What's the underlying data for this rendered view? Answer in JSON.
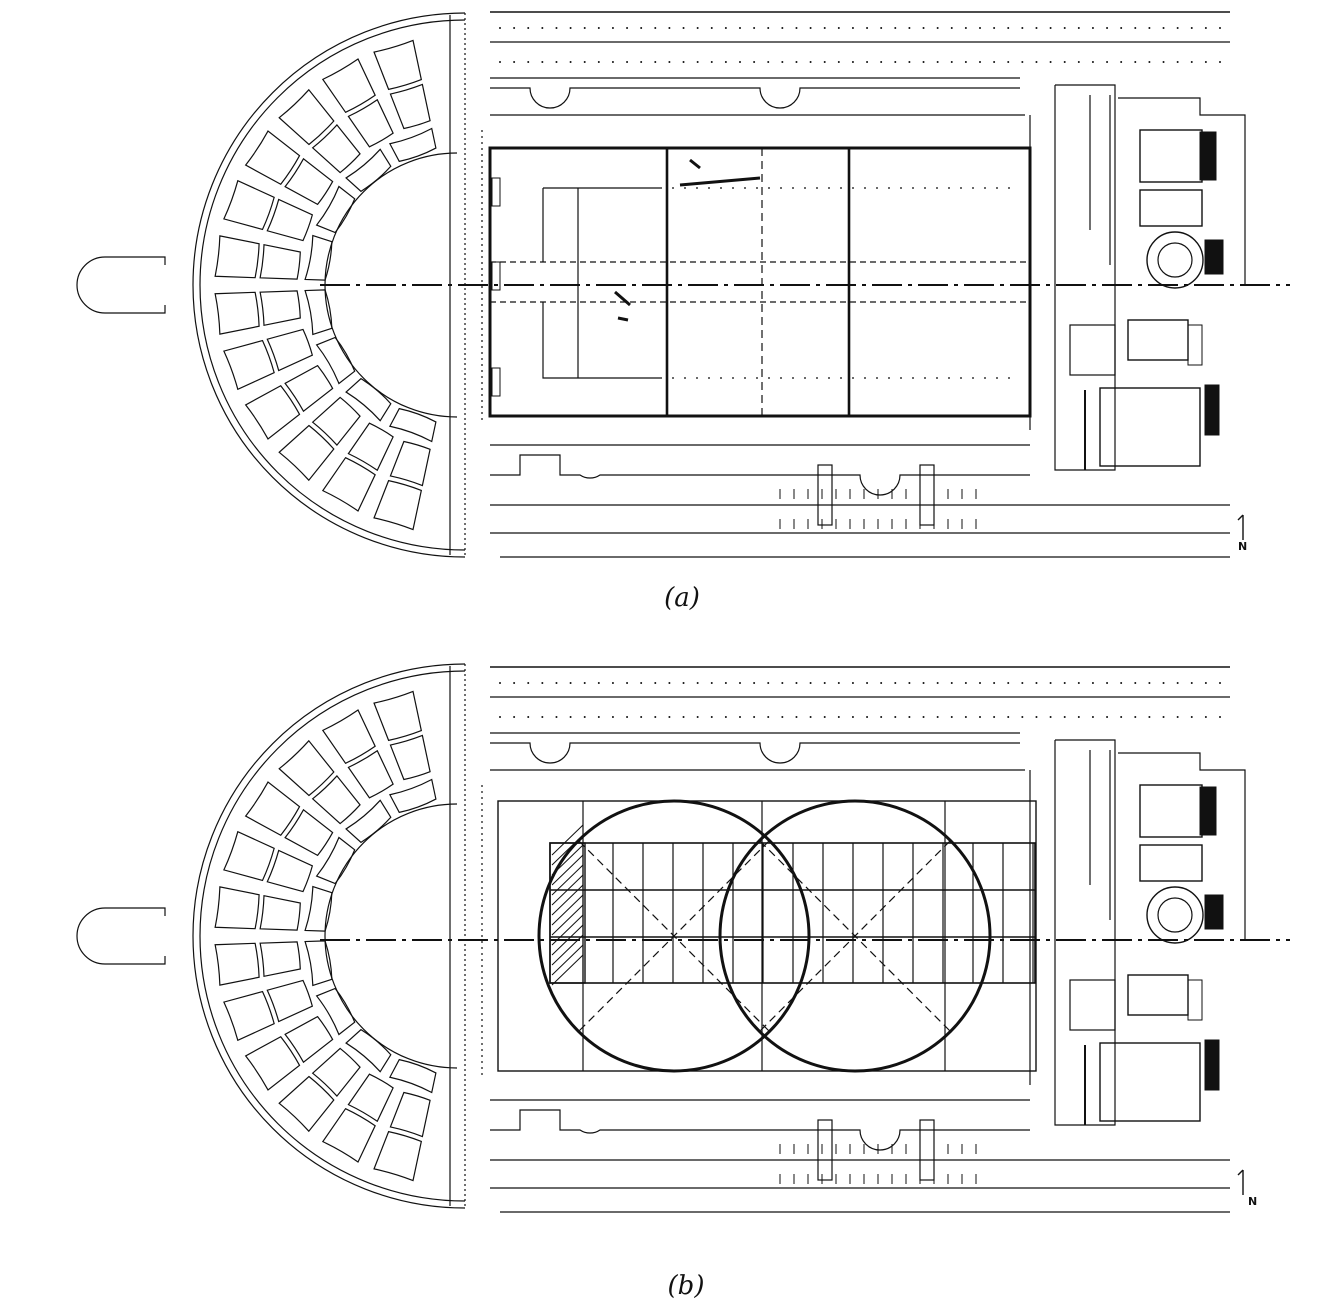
{
  "figure": {
    "panels": [
      {
        "id": "a",
        "caption": "(a)",
        "north_label": "N"
      },
      {
        "id": "b",
        "caption": "(b)",
        "north_label": "N"
      }
    ]
  },
  "colors": {
    "ink": "#111111",
    "paper": "#ffffff"
  }
}
